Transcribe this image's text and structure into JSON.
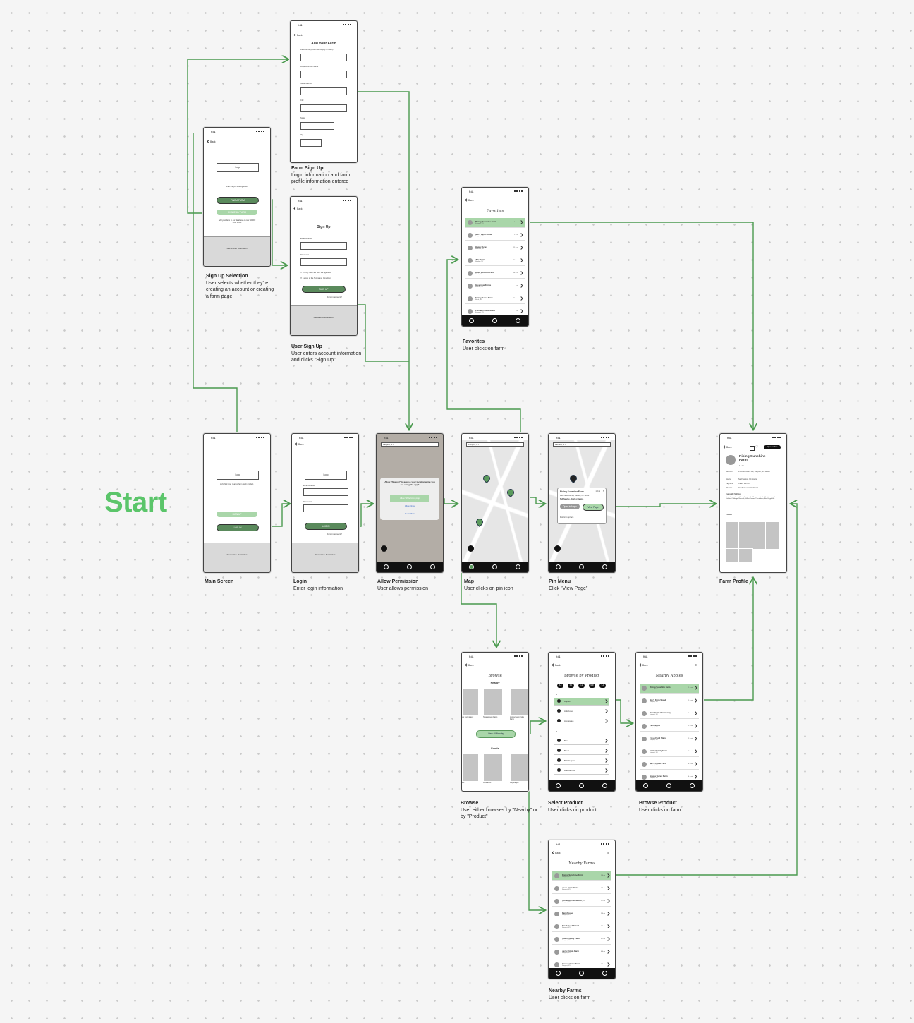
{
  "start_label": "Start",
  "status_time": "9:41",
  "common": {
    "back": "Back",
    "logo": "Logo",
    "decorative": "Decorative Illustration",
    "location": "Fairport, NY"
  },
  "main_screen": {
    "tagline": "Let's find your nearest farm fresh product.",
    "sign_up": "SIGN UP",
    "log_in": "LOG IN",
    "caption_title": "Main Screen"
  },
  "login": {
    "email_label": "Email Address",
    "password_label": "Password",
    "log_in": "LOG IN",
    "forgot": "Forgot password?",
    "caption_title": "Login",
    "caption_text": "Enter login information"
  },
  "permission": {
    "dialog_title": "Allow \"Nearest\" to access your location while you are using the app?",
    "allow_while": "Allow While Using App",
    "allow_once": "Allow Once",
    "dont_allow": "Don't Allow",
    "caption_title": "Allow Permission",
    "caption_text": "User allows permission"
  },
  "map": {
    "caption_title": "Map",
    "caption_text": "User clicks on pin icon"
  },
  "pin_menu": {
    "farm_name": "Rising Sunshine Farm",
    "distance": "1.5 mi",
    "address": "1506 Sunshine Rd, Fairport, NY 14450",
    "tags": "Self-Service · Cash or Venmo",
    "open_maps": "Open in Maps",
    "view_page": "View Page",
    "food": "Food icon go here",
    "caption_title": "Pin Menu",
    "caption_text": "Click \"View Page\""
  },
  "farm_profile": {
    "name": "Rising Sunshine Farm",
    "distance": "1.5 mi",
    "open_maps": "Open in Maps",
    "address_label": "Address",
    "address": "1506 Sunshine Rd, Fairport, NY 14450",
    "hours_label": "Hours",
    "hours": "Self-Service (24 Hours)",
    "payment_label": "Payment",
    "payment": "Cash, Venmo",
    "website_label": "Website",
    "website": "facebook.com/risefarm3",
    "selling_label": "Currently Selling",
    "selling": "Sugar Snake Corn, Green Grapes, Bell Peppers, Golden Delicious Apples, Carrots, Cabbage, Broccoli, Yellow Onions, Cucumbers, Red Eggplants",
    "photos_label": "Photos",
    "caption_title": "Farm Profile"
  },
  "signup_selection": {
    "question": "What are you looking to do?",
    "find": "FIND A FARM",
    "share": "SHARE MY FARM",
    "note": "Add your farm to our database of over 10,000 local farms",
    "caption_title": "Sign Up Selection",
    "caption_text": "User selects whether they're creating an account or creating a farm page"
  },
  "farm_signup": {
    "title": "Add Your Farm",
    "fields": [
      "Farm Name (How it will display to users)",
      "Legal Business Name",
      "Street Address",
      "City",
      "State",
      "Zip"
    ],
    "caption_title": "Farm Sign Up",
    "caption_text": "Login information and farm profile information entered"
  },
  "user_signup": {
    "title": "Sign Up",
    "email_label": "Email Address",
    "password_label": "Password",
    "check1": "I certify that I am over the age of 18",
    "check2": "I agree to the Terms and Conditions",
    "sign_up": "SIGN UP",
    "forgot": "Forgot password?",
    "caption_title": "User Sign Up",
    "caption_text": "User enters account information and clicks \"Sign Up\""
  },
  "favorites": {
    "title": "Favorites",
    "items": [
      {
        "name": "Rising Sunshine Farm",
        "sub": "Fairport, NY",
        "dist": "1.5 mi"
      },
      {
        "name": "Joe's Farm Stand",
        "sub": "Fairport, NY",
        "dist": "1.7 mi"
      },
      {
        "name": "Happy Acres",
        "sub": "Brockett, NY",
        "dist": "11.7 mi"
      },
      {
        "name": "JR's Farm",
        "sub": "Stanley, NY",
        "dist": "30.1 mi"
      },
      {
        "name": "Rush Junction Farm",
        "sub": "Rush, NY",
        "dist": "26.5 mi"
      },
      {
        "name": "Greenrow Farms",
        "sub": "Walcott, NY",
        "dist": "8 mi"
      },
      {
        "name": "Sunny Acres Farm",
        "sub": "Rush, NY",
        "dist": "26.5 mi"
      },
      {
        "name": "Farmer's Farm Stand",
        "sub": "Fairport, NY",
        "dist": "1 mi"
      }
    ],
    "caption_title": "Favorites",
    "caption_text": "User clicks on farm"
  },
  "browse": {
    "title": "Browse",
    "nearby": "Nearby",
    "nearby_items": [
      "y's Farmstand",
      "Sharagreen Farm",
      "Leprechaun Falls Farm"
    ],
    "view_all": "View All Nearby",
    "foods": "Foods",
    "food_items": [
      "les",
      "Avocados",
      "Asparagus"
    ],
    "caption_title": "Browse",
    "caption_text": "User either browses by \"Nearby\" or by \"Product\""
  },
  "select_product": {
    "title": "Browse by Product",
    "chips": [
      "A-F",
      "F-J",
      "K-M",
      "N-R",
      "S-Z"
    ],
    "letter_a": "A",
    "letter_b": "B",
    "items_a": [
      "Apples",
      "Artichokes",
      "Asparagus"
    ],
    "items_b": [
      "Basil",
      "Beets",
      "Bell Peppers",
      "Blackberries"
    ],
    "caption_title": "Select Product",
    "caption_text": "User clicks on product"
  },
  "nearby_apples": {
    "title": "Nearby Apples",
    "items": [
      {
        "name": "Rising Sunshine Farm",
        "sub": "Fairport, NY",
        "dist": "1.5 mi"
      },
      {
        "name": "Joe's Farm Stand",
        "sub": "Fairport, NY",
        "dist": "1.7 mi"
      },
      {
        "name": "Jonathan's Strawberry...",
        "sub": "Fairport, NY",
        "dist": "1.7 mi"
      },
      {
        "name": "Farmhouse",
        "sub": "Fairport, NY",
        "dist": "2.5 mi"
      },
      {
        "name": "Fresh Food Stand",
        "sub": "Fairport, NY",
        "dist": "2.1 mi"
      },
      {
        "name": "Smith Family Farm",
        "sub": "Fairport, NY",
        "dist": "3.7 mi"
      },
      {
        "name": "Jay's Potato Farm",
        "sub": "Fairport, NY",
        "dist": "4.0 mi"
      },
      {
        "name": "Grassy Acres Farm",
        "sub": "Fairport, NY",
        "dist": "4.5 mi"
      }
    ],
    "caption_title": "Browse Product",
    "caption_text": "User clicks on farm"
  },
  "nearby_farms": {
    "title": "Nearby Farms",
    "items": [
      {
        "name": "Rising Sunshine Farm",
        "sub": "Fairport, NY",
        "dist": "1.5 mi"
      },
      {
        "name": "Joe's Farm Stand",
        "sub": "Fairport, NY",
        "dist": "1.7 mi"
      },
      {
        "name": "Jonathan's Strawberry...",
        "sub": "Fairport, NY",
        "dist": "1.7 mi"
      },
      {
        "name": "Farmhouse",
        "sub": "Fairport, NY",
        "dist": "2.5 mi"
      },
      {
        "name": "Fresh Food Stand",
        "sub": "Fairport, NY",
        "dist": "2.1 mi"
      },
      {
        "name": "Smith Family Farm",
        "sub": "Fairport, NY",
        "dist": "3.7 mi"
      },
      {
        "name": "Jay's Potato Farm",
        "sub": "Fairport, NY",
        "dist": "4.0 mi"
      },
      {
        "name": "Grassy Acres Farm",
        "sub": "Fairport, NY",
        "dist": "4.5 mi"
      }
    ],
    "caption_title": "Nearby Farms",
    "caption_text": "User clicks on farm"
  },
  "colors": {
    "accent": "#5bc56a",
    "flow": "#4a9a4e",
    "button": "#5a8a5c",
    "highlight": "#a9d6a9"
  }
}
